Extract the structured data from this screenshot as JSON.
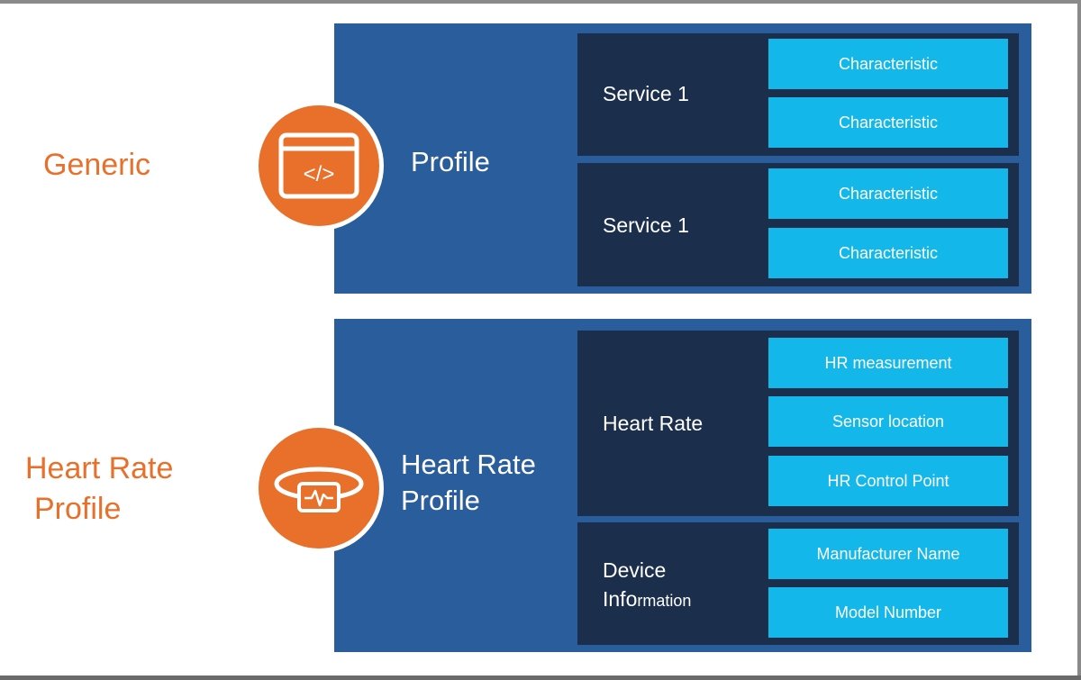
{
  "colors": {
    "accent_orange": "#e8702a",
    "panel_blue": "#2a5d9c",
    "service_navy": "#1b2f4c",
    "characteristic_cyan": "#14b7ea"
  },
  "rows": [
    {
      "side_label": "Generic",
      "icon": "code-window-icon",
      "icon_text": "</>",
      "panel_title": "Profile",
      "services": [
        {
          "name": "Service 1",
          "characteristics": [
            "Characteristic",
            "Characteristic"
          ]
        },
        {
          "name": "Service 1",
          "characteristics": [
            "Characteristic",
            "Characteristic"
          ]
        }
      ]
    },
    {
      "side_label_line1": "Heart Rate",
      "side_label_line2": "Profile",
      "icon": "heart-rate-band-icon",
      "panel_title_line1": "Heart Rate",
      "panel_title_line2": "Profile",
      "services": [
        {
          "name": "Heart Rate",
          "characteristics": [
            "HR measurement",
            "Sensor location",
            "HR Control Point"
          ]
        },
        {
          "name_line1": "Device",
          "name_line2a": "Info",
          "name_line2b": "rmation",
          "characteristics": [
            "Manufacturer Name",
            "Model Number"
          ]
        }
      ]
    }
  ]
}
